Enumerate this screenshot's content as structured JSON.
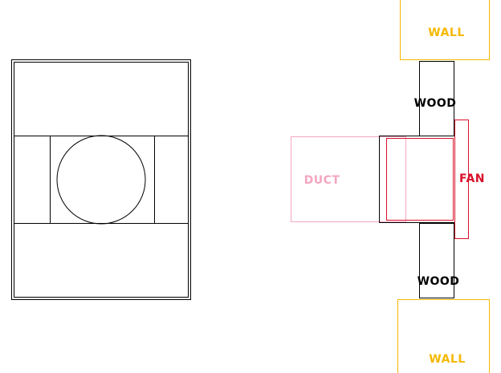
{
  "labels": {
    "wall_top": "WALL",
    "wood_top": "WOOD",
    "duct": "DUCT",
    "fan": "FAN",
    "wood_bottom": "WOOD",
    "wall_bottom": "WALL"
  },
  "colors": {
    "outline": "#000000",
    "wall": "#f5b800",
    "duct": "#f4a6c0",
    "fan": "#d9102a"
  }
}
